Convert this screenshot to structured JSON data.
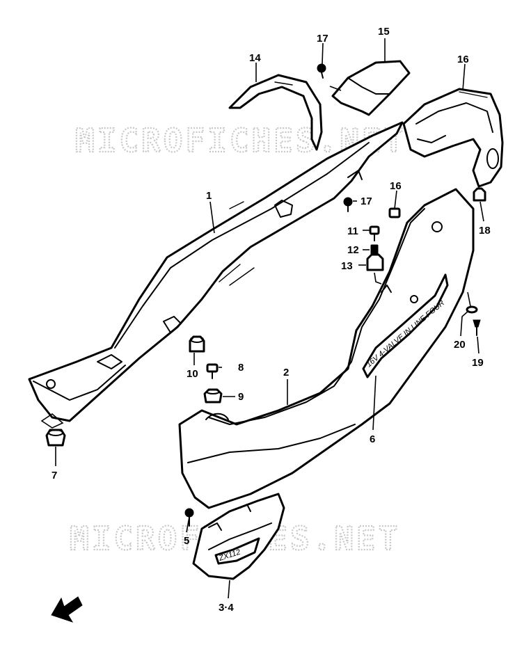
{
  "diagram": {
    "watermarks": [
      "MICROFICHES.NET",
      "MICROFICHES.NET"
    ],
    "callouts": {
      "c1": "1",
      "c2": "2",
      "c34": "3·4",
      "c5": "5",
      "c6": "6",
      "c7": "7",
      "c8": "8",
      "c9": "9",
      "c10": "10",
      "c11": "11",
      "c12": "12",
      "c13": "13",
      "c14": "14",
      "c15": "15",
      "c16a": "16",
      "c16b": "16",
      "c17a": "17",
      "c17b": "17",
      "c18": "18",
      "c19": "19",
      "c20": "20"
    },
    "decals": {
      "side_stripe": "16V 4-VALVE IN LINE FOUR",
      "badge": "ZX112"
    }
  }
}
